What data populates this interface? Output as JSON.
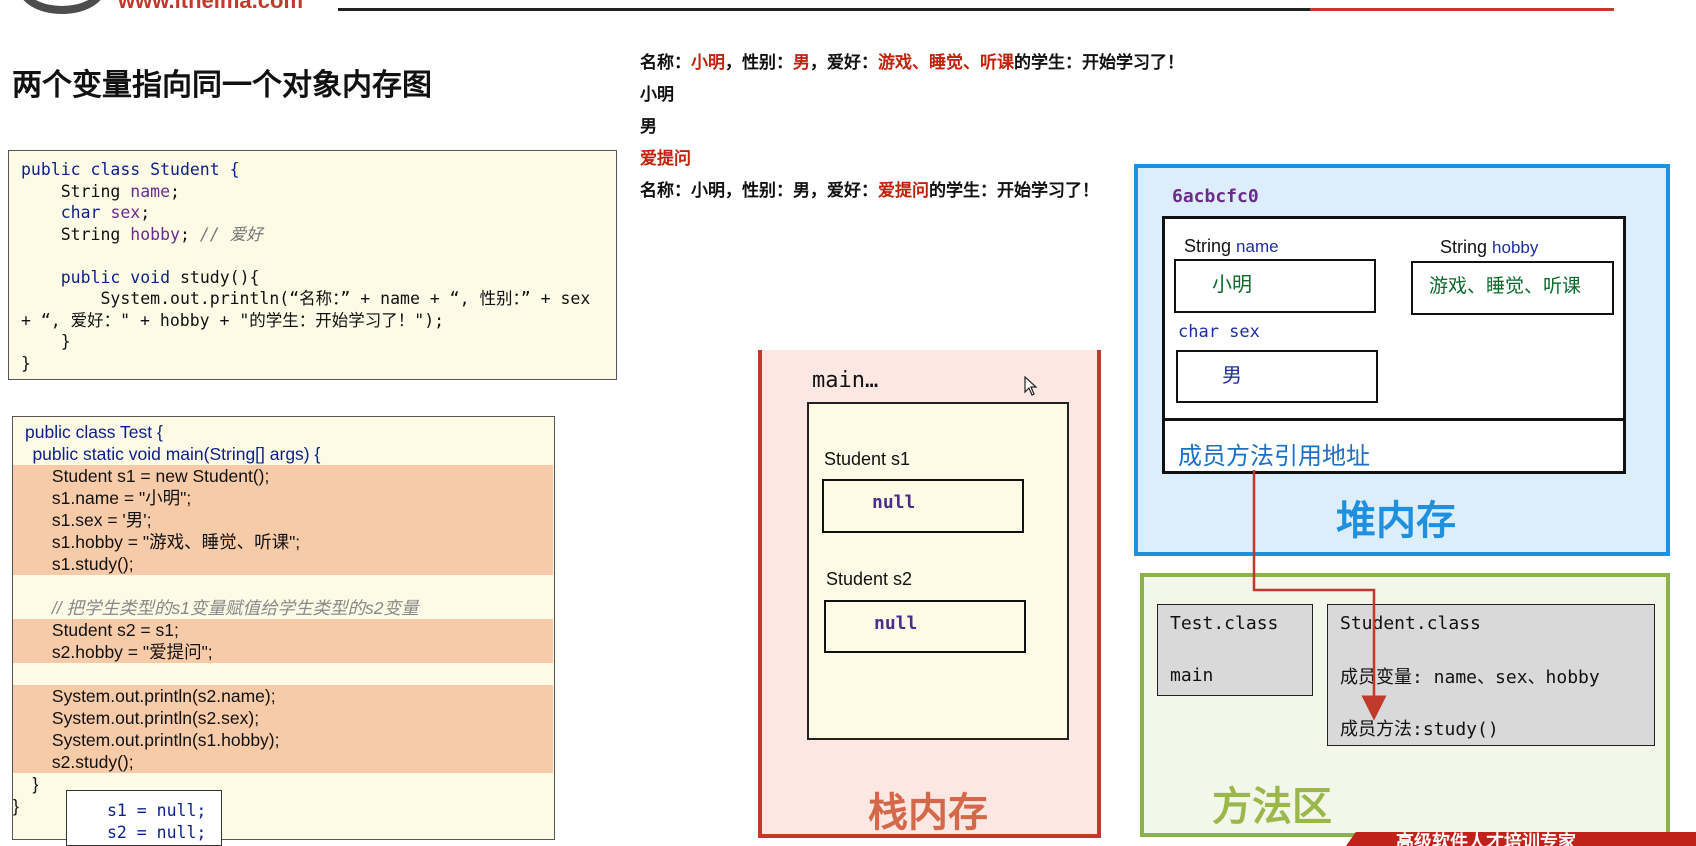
{
  "header": {
    "url": "www.itheima.com",
    "footer_banner": "高级软件人才培训专家"
  },
  "title": "两个变量指向同一个对象内存图",
  "student_code": {
    "class_decl": "public class Student {",
    "field_name": "String name;",
    "field_sex": "char sex;",
    "field_hobby": "String hobby;",
    "field_hobby_comment": "// 爱好",
    "method_decl": "public void study(){",
    "println_line1": "System.out.println(“名称：” + name + “, 性别：” + sex",
    "println_line2": "+ “, 爱好：\" + hobby + \"的学生：开始学习了！\");",
    "close_method": "}",
    "close_class": "}"
  },
  "test_code": {
    "lines": [
      "public class Test {",
      "    public static void main(String[] args) {",
      "        Student s1 = new Student();",
      "        s1.name = \"小明\";",
      "        s1.sex = '男';",
      "        s1.hobby = \"游戏、睡觉、听课\";",
      "        s1.study();",
      "",
      "        // 把学生类型的s1变量赋值给学生类型的s2变量",
      "        Student s2 = s1;",
      "        s2.hobby = \"爱提问\";",
      "",
      "        System.out.println(s2.name);",
      "        System.out.println(s2.sex);",
      "        System.out.println(s1.hobby);",
      "        s2.study();",
      "    }",
      "}"
    ],
    "overlay_lines": [
      "s1 = null;",
      "s2 = null;"
    ]
  },
  "console": {
    "line1": {
      "p1": "名称：",
      "name": "小明",
      "p2": "，性别：",
      "sex": "男",
      "p3": "，爱好：",
      "hobby": "游戏、睡觉、听课",
      "p4": "的学生：开始学习了！"
    },
    "line2": "小明",
    "line3": "男",
    "line4": "爱提问",
    "line5": {
      "p1": "名称：小明，性别：男，爱好：",
      "hobby": "爱提问",
      "p2": "的学生：开始学习了！"
    }
  },
  "stack": {
    "frame_label": "main…",
    "var1_label": "Student  s1",
    "var1_value": "null",
    "var2_label": "Student  s2",
    "var2_value": "null",
    "title": "栈内存"
  },
  "heap": {
    "address": "6acbcfc0",
    "name_type": "String",
    "name_field": "name",
    "name_value": "小明",
    "hobby_type": "String",
    "hobby_field": "hobby",
    "hobby_value": "游戏、睡觉、听课",
    "sex_label": "char sex",
    "sex_value": "男",
    "method_ref": "成员方法引用地址",
    "title": "堆内存"
  },
  "method_area": {
    "test_class": "Test.class",
    "test_method": "main",
    "student_class": "Student.class",
    "student_fields": "成员变量: name、sex、hobby",
    "student_methods": "成员方法:study()",
    "title": "方法区"
  },
  "colors": {
    "stack_border": "#c0392b",
    "heap_border": "#1f8fe0",
    "method_border": "#8ab34a",
    "highlight": "#f8cba8"
  }
}
